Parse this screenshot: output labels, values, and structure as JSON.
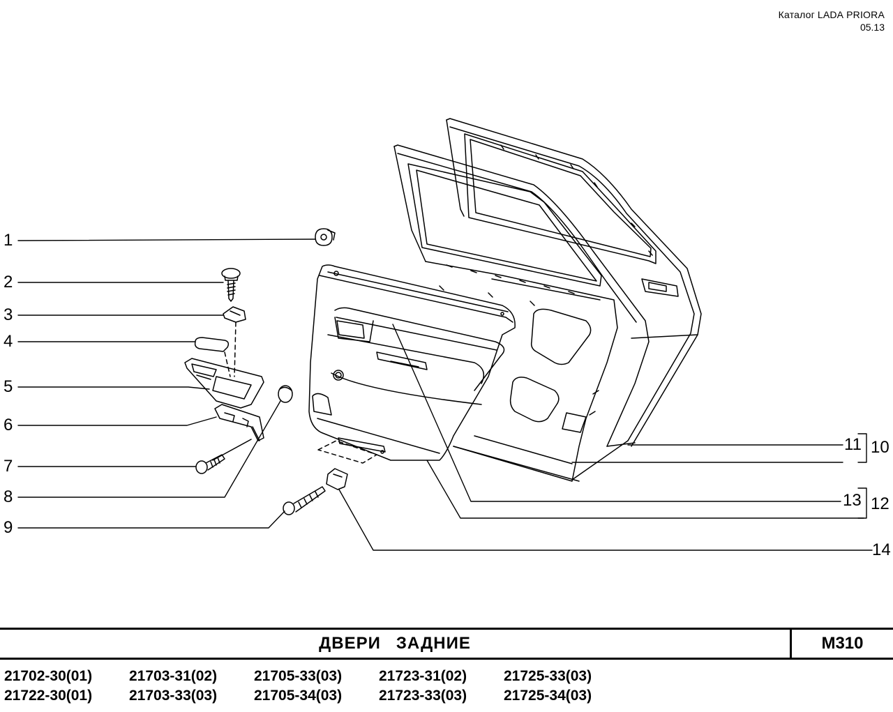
{
  "header": {
    "catalog_label": "Каталог",
    "catalog_brand": "LADA",
    "catalog_model": "PRIORA",
    "date": "05.13"
  },
  "callouts": [
    "1",
    "2",
    "3",
    "4",
    "5",
    "6",
    "7",
    "8",
    "9",
    "10",
    "11",
    "12",
    "13",
    "14"
  ],
  "title": {
    "word1": "ДВЕРИ",
    "word2": "ЗАДНИЕ",
    "code": "M310"
  },
  "models": [
    "21702-30(01)",
    "21703-31(02)",
    "21705-33(03)",
    "21723-31(02)",
    "21725-33(03)",
    "21722-30(01)",
    "21703-33(03)",
    "21705-34(03)",
    "21723-33(03)",
    "21725-34(03)"
  ]
}
